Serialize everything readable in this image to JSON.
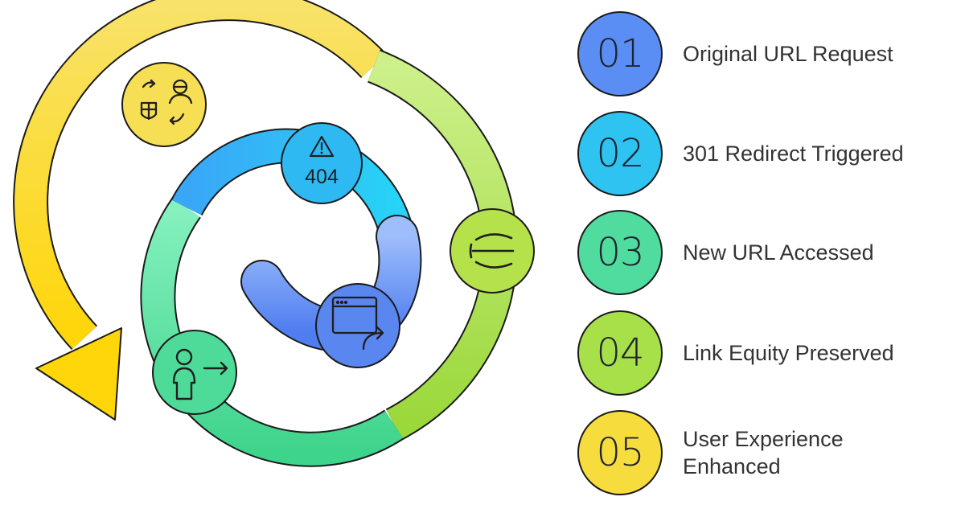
{
  "diagram": {
    "icons": {
      "node_yellow": "person-redirect-icon",
      "node_green": "layers-icon",
      "node_blue": "warning-404-icon",
      "node_teal": "user-arrow-icon",
      "node_center": "browser-redirect-icon"
    },
    "error_code": "404"
  },
  "steps": [
    {
      "number": "01",
      "label": "Original URL Request",
      "color": "#5b8ef5"
    },
    {
      "number": "02",
      "label": "301 Redirect Triggered",
      "color": "#2ec3f0"
    },
    {
      "number": "03",
      "label": "New URL Accessed",
      "color": "#4fdc9e"
    },
    {
      "number": "04",
      "label": "Link Equity Preserved",
      "color": "#a8e04a"
    },
    {
      "number": "05",
      "label": "User Experience Enhanced",
      "color": "#f6dc3c"
    }
  ]
}
